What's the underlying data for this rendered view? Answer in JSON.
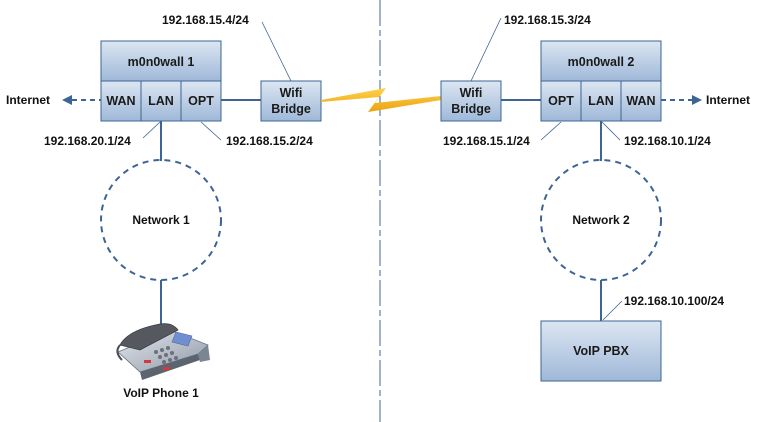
{
  "diagram": {
    "left_site": {
      "firewall": {
        "name": "m0n0wall 1",
        "ports": [
          "WAN",
          "LAN",
          "OPT"
        ]
      },
      "wifi_bridge": {
        "line1": "Wifi",
        "line2": "Bridge",
        "ip": "192.168.15.4/24"
      },
      "internet_label": "Internet",
      "lan_ip": "192.168.20.1/24",
      "opt_ip": "192.168.15.2/24",
      "network_label": "Network 1",
      "device_label": "VoIP Phone 1"
    },
    "right_site": {
      "firewall": {
        "name": "m0n0wall 2",
        "ports": [
          "OPT",
          "LAN",
          "WAN"
        ]
      },
      "wifi_bridge": {
        "line1": "Wifi",
        "line2": "Bridge",
        "ip": "192.168.15.3/24"
      },
      "internet_label": "Internet",
      "opt_ip": "192.168.15.1/24",
      "lan_ip": "192.168.10.1/24",
      "network_label": "Network 2",
      "pbx_label": "VoIP PBX",
      "pbx_ip": "192.168.10.100/24"
    },
    "colors": {
      "line": "#3d6593",
      "box_border": "#3d6593",
      "box_top": "#dbe5f1",
      "box_bottom": "#9db6d6",
      "wireless_link": "#f5b51d"
    }
  }
}
